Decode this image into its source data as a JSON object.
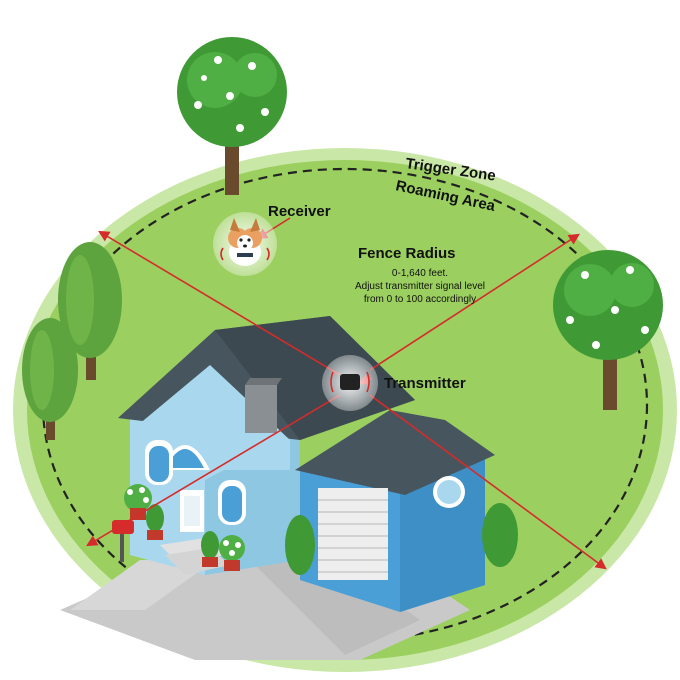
{
  "labels": {
    "trigger_zone": "Trigger Zone",
    "roaming_area": "Roaming Area",
    "receiver": "Receiver",
    "fence_radius": "Fence Radius",
    "radius_range": "0-1,640 feet.",
    "radius_note_line1": "Adjust transmitter signal level",
    "radius_note_line2": "from 0 to 100 accordingly",
    "transmitter": "Transmitter"
  },
  "colors": {
    "lawn": "#9bcf5f",
    "lawn_edge": "#c9e7a6",
    "arrow": "#d62b2b",
    "dashed": "#222222",
    "house_wall": "#a9d8ee",
    "garage_wall": "#4a9fd6",
    "roof": "#47555e",
    "tree_leaf": "#3f9a36",
    "tree_trunk": "#6a4a2c"
  },
  "icons": {
    "receiver": "dog-with-collar-icon",
    "transmitter": "transmitter-device-icon",
    "mailbox": "mailbox-icon"
  }
}
